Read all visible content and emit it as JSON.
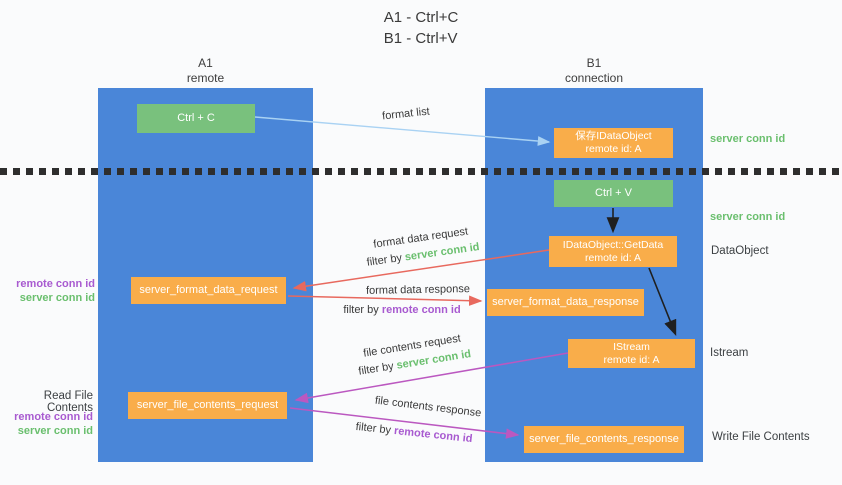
{
  "colors": {
    "background": "#fafbfc",
    "column-blue": "#4a86d8",
    "box-green": "#79c17d",
    "box-orange": "#f9ad4a",
    "arrow-lightblue": "#a9d2f3",
    "arrow-black": "#1f1f1f",
    "arrow-red": "#e8695e",
    "arrow-magenta": "#bb58c0",
    "label-green": "#6abf6e",
    "label-purple": "#a85ad0"
  },
  "title": {
    "line1": "A1 - Ctrl+C",
    "line2": "B1 - Ctrl+V"
  },
  "columns": {
    "a": {
      "name": "A1",
      "subtitle": "remote"
    },
    "b": {
      "name": "B1",
      "subtitle": "connection"
    }
  },
  "boxes": {
    "ctrl_c": "Ctrl + C",
    "ctrl_v": "Ctrl + V",
    "save_idataobject": {
      "line1": "保存IDataObject",
      "line2": "remote id: A"
    },
    "getdata": {
      "line1": "IDataObject::GetData",
      "line2": "remote id: A"
    },
    "istream": {
      "line1": "IStream",
      "line2": "remote id: A"
    },
    "server_format_data_request": "server_format_data_request",
    "server_format_data_response": "server_format_data_response",
    "server_file_contents_request": "server_file_contents_request",
    "server_file_contents_response": "server_file_contents_response"
  },
  "flow_labels": {
    "format_list": "format list",
    "format_data_request": "format data request",
    "format_data_response": "format data response",
    "file_contents_request": "file contents request",
    "file_contents_response": "file contents response",
    "filter_by": "filter by",
    "server_conn_id": "server conn id",
    "remote_conn_id": "remote conn id"
  },
  "side_labels": {
    "server_conn_id": "server conn id",
    "remote_conn_id": "remote conn id",
    "dataobject": "DataObject",
    "istream": "Istream",
    "read_file_contents": "Read File Contents",
    "write_file_contents": "Write File Contents"
  }
}
